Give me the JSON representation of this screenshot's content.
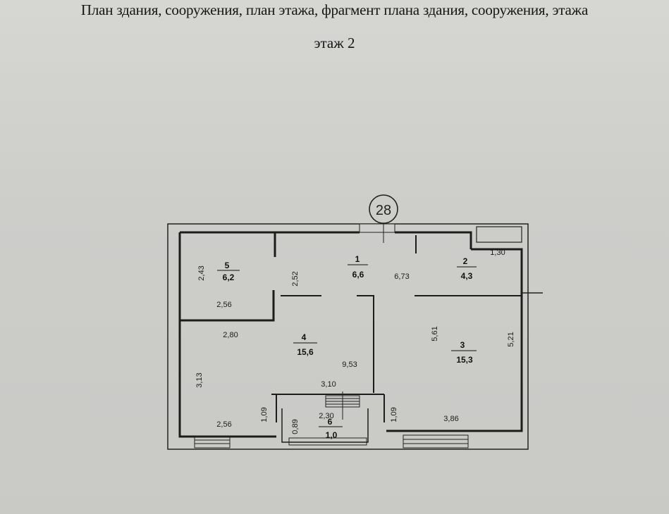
{
  "document": {
    "title": "План здания, сооружения, план этажа, фрагмент плана здания, сооружения, этажа",
    "floor": "этаж 2"
  },
  "plan": {
    "axis_marker": "28",
    "rooms": [
      {
        "number": "1",
        "area": "6,6"
      },
      {
        "number": "2",
        "area": "4,3"
      },
      {
        "number": "3",
        "area": "15,3"
      },
      {
        "number": "4",
        "area": "15,6"
      },
      {
        "number": "5",
        "area": "6,2"
      },
      {
        "number": "6",
        "area": "1,0"
      }
    ],
    "dimensions": {
      "d243": "2,43",
      "d256a": "2,56",
      "d252": "2,52",
      "d673": "6,73",
      "d130": "1,30",
      "d280": "2,80",
      "d953": "9,53",
      "d313": "3,13",
      "d310": "3,10",
      "d230": "2,30",
      "d109a": "1,09",
      "d089": "0,89",
      "d256b": "2,56",
      "d109b": "1,09",
      "d386": "3,86",
      "d561": "5,61",
      "d521": "5,21"
    }
  }
}
